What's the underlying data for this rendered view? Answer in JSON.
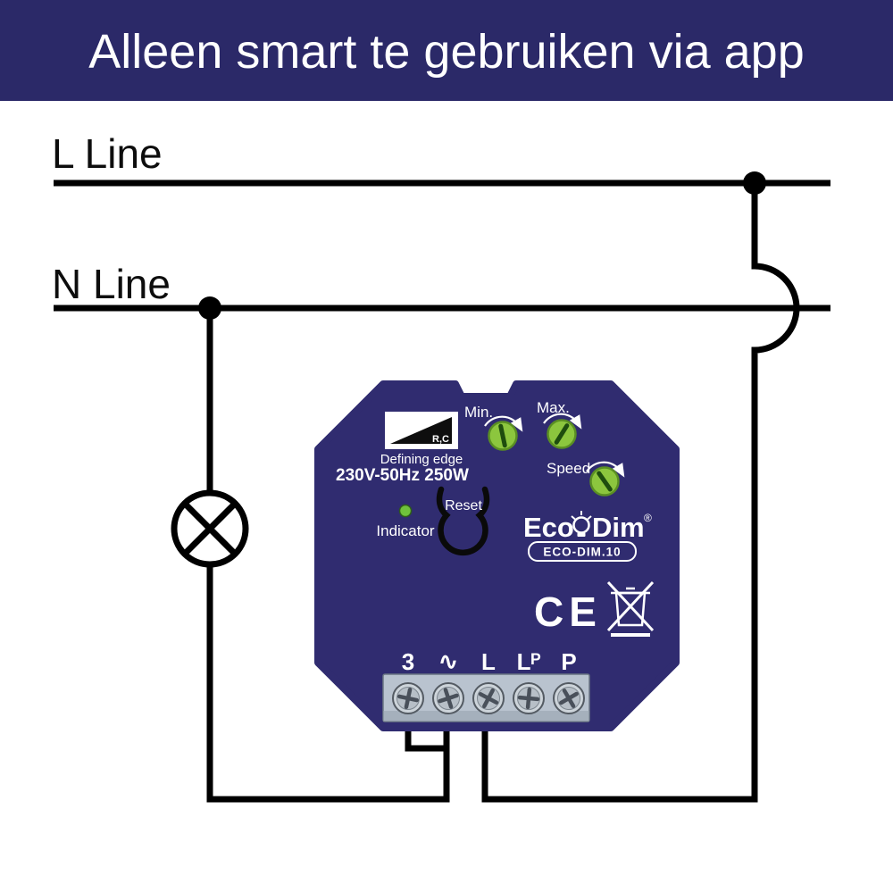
{
  "colors": {
    "header_bg": "#2b2968",
    "text_light": "#ffffff",
    "wire": "#000000",
    "module_body": "#302c70",
    "knob_green": "#8cc63e",
    "terminal_block": "#b9c3cf"
  },
  "header": {
    "title": "Alleen smart te gebruiken via app"
  },
  "wiring": {
    "l_line_label": "L Line",
    "n_line_label": "N Line"
  },
  "module": {
    "dimming_symbol": {
      "label": "R,C",
      "caption": "Defining edge"
    },
    "rating": "230V-50Hz  250W",
    "controls": {
      "min": "Min.",
      "max": "Max.",
      "speed": "Speed"
    },
    "indicator_label": "Indicator",
    "reset_label": "Reset",
    "brand": {
      "name_eco": "Eco",
      "name_dim": "Dim",
      "registered": "®",
      "model": "ECO-DIM.10"
    },
    "certification": "CE",
    "terminals": [
      "3",
      "∿",
      "L",
      "Lᴾ",
      "P"
    ]
  }
}
